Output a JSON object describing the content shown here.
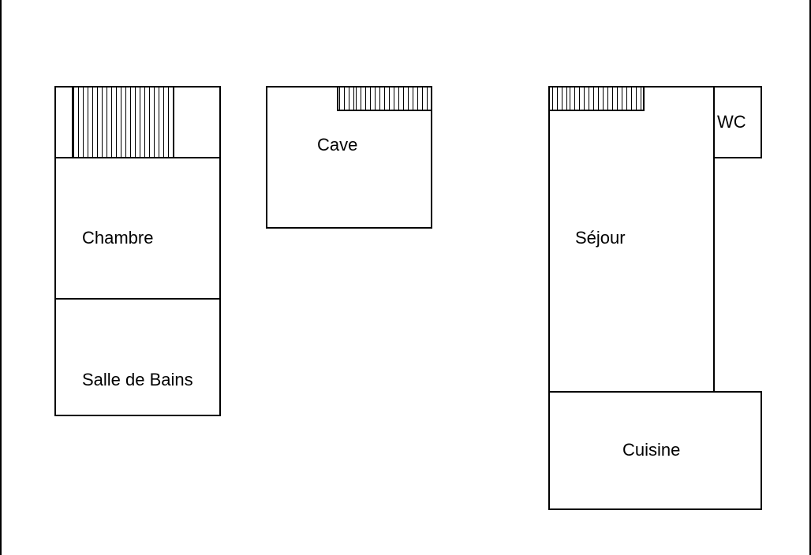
{
  "rooms": {
    "chambre": {
      "label": "Chambre"
    },
    "salle_de_bains": {
      "label": "Salle de Bains"
    },
    "cave": {
      "label": "Cave"
    },
    "sejour": {
      "label": "Séjour"
    },
    "wc": {
      "label": "WC"
    },
    "cuisine": {
      "label": "Cuisine"
    }
  },
  "colors": {
    "line": "#000000",
    "background": "#ffffff"
  }
}
